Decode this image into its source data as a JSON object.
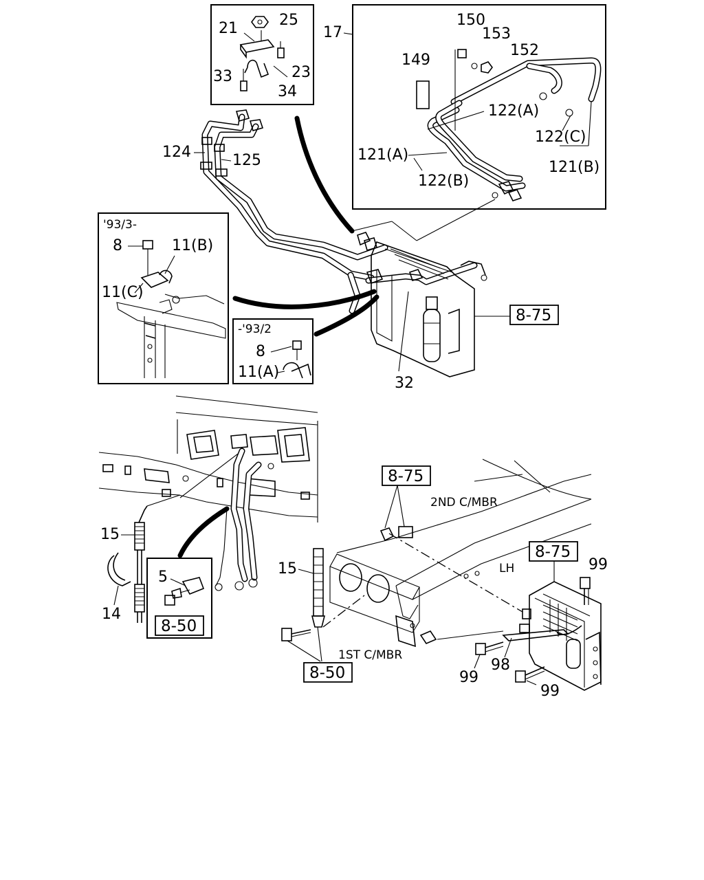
{
  "inset_top_labels": {
    "l21": "21",
    "l25": "25",
    "l23": "23",
    "l33": "33",
    "l34": "34"
  },
  "main_labels": {
    "l124": "124",
    "l125": "125",
    "l32": "32"
  },
  "inset_right": {
    "l17": "17",
    "l150": "150",
    "l153": "153",
    "l152": "152",
    "l149": "149",
    "l122a": "122(A)",
    "l121a": "121(A)",
    "l122b": "122(B)",
    "l122c": "122(C)",
    "l121b": "121(B)"
  },
  "inset_left": {
    "date": "'93/3-",
    "l8": "8",
    "l11b": "11(B)",
    "l11c": "11(C)"
  },
  "inset_small": {
    "date": "-'93/2",
    "l8": "8",
    "l11a": "11(A)"
  },
  "refs": {
    "r875a": "8-75",
    "r875b": "8-75",
    "r875c": "8-75",
    "r850a": "8-50",
    "r850b": "8-50"
  },
  "lower_labels": {
    "l15a": "15",
    "l14": "14",
    "l5": "5",
    "l15b": "15",
    "mbr2": "2ND C/MBR",
    "lh": "LH",
    "mbr1": "1ST C/MBR",
    "l99a": "99",
    "l99b": "99",
    "l99c": "99",
    "l98": "98"
  }
}
